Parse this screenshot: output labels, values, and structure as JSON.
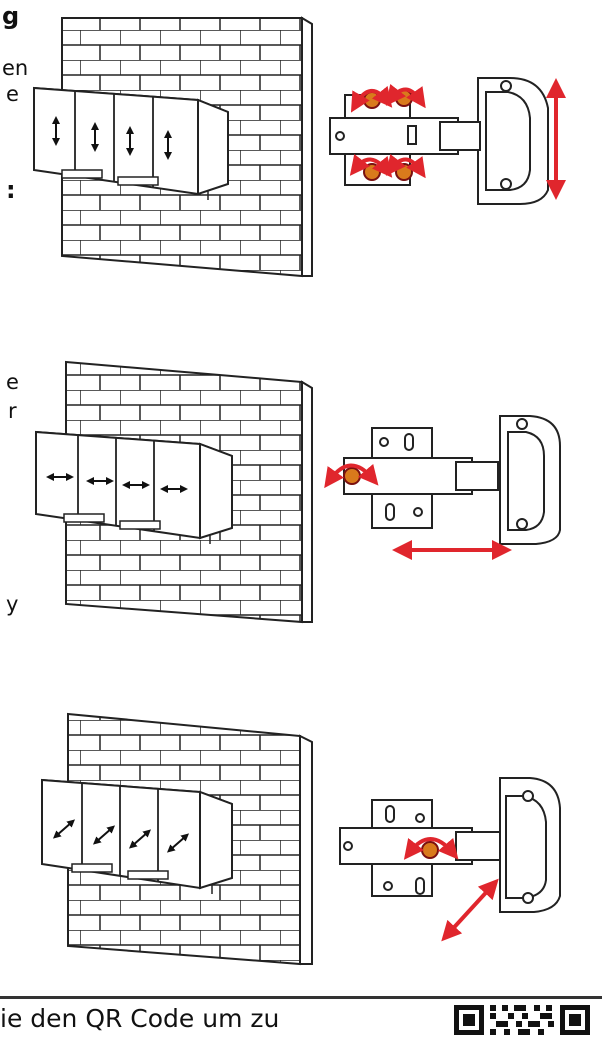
{
  "left_text": {
    "heading_g": "g",
    "line_en": "en",
    "line_e1": "e",
    "colon": ":",
    "line_e2": "e",
    "line_r": "r",
    "line_y": "y"
  },
  "footer": {
    "text": "ie den QR Code um zu"
  },
  "colors": {
    "accent_red": "#e0262d",
    "screw_orange": "#d97a1c",
    "screw_dark": "#7a1010",
    "line": "#222222"
  },
  "icons": {
    "wall": "brick-wall-illustration",
    "cabinet": "wall-cabinet-illustration",
    "hinge": "cabinet-hinge-illustration",
    "qr": "qr-code"
  }
}
